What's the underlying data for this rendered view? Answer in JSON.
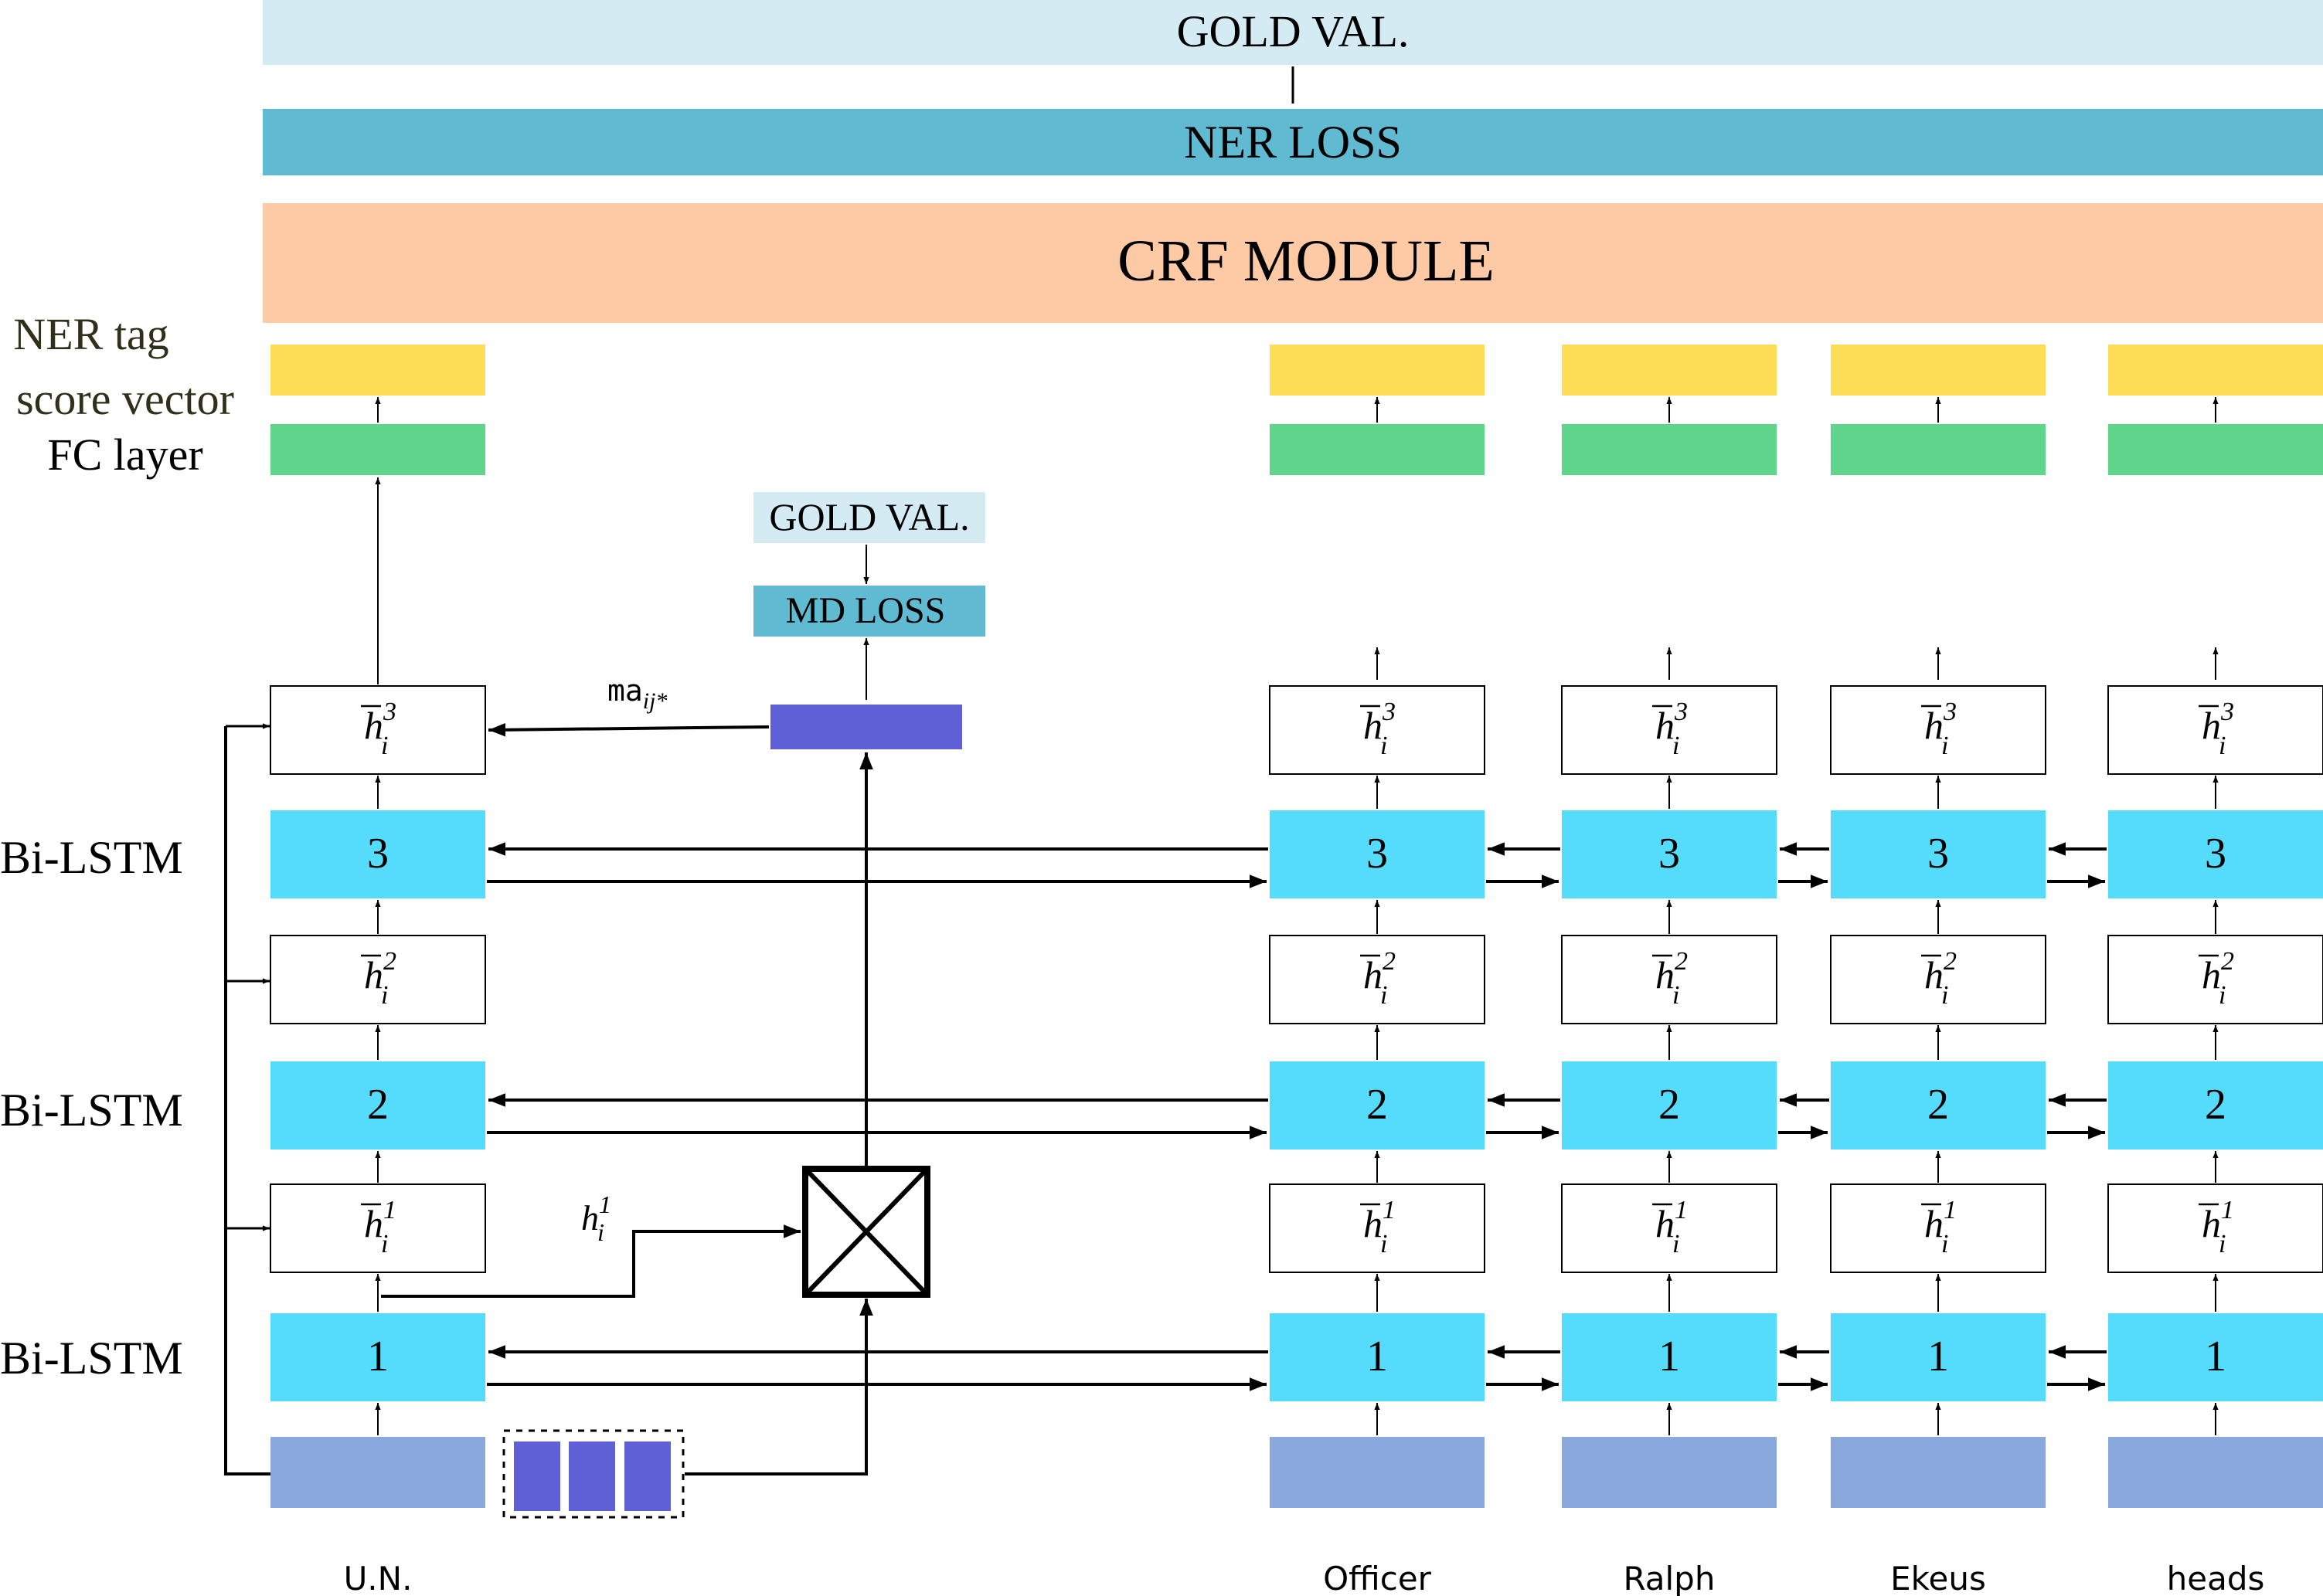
{
  "top": {
    "gold_label": "GOLD VAL.",
    "loss_label": "NER LOSS",
    "crf_label": "CRF MODULE"
  },
  "side_labels": {
    "ner_tag": "NER tag",
    "score_vector": "score vector",
    "fc_layer": "FC layer",
    "bilstm": "Bi-LSTM"
  },
  "md": {
    "gold_label": "GOLD VAL.",
    "loss_label": "MD LOSS"
  },
  "annotations": {
    "ma_text": "ma",
    "ma_sub": "ij*",
    "h_base": "h",
    "h_sub": "i",
    "h_sup": "1"
  },
  "layers": [
    "1",
    "2",
    "3"
  ],
  "hidden": {
    "base": "h",
    "sub": "i",
    "sups": [
      "1",
      "2",
      "3"
    ]
  },
  "tokens": [
    "U.N.",
    "Officer",
    "Ralph",
    "Ekeus",
    "heads"
  ],
  "colors": {
    "gold": "#d4ebf3",
    "loss": "#60bad2",
    "crf": "#fdcaa5",
    "score": "#fedd56",
    "fc": "#5fd48b",
    "lstm": "#55dcfc",
    "embedding": "#89a8de",
    "mention": "#5f5fd6"
  }
}
